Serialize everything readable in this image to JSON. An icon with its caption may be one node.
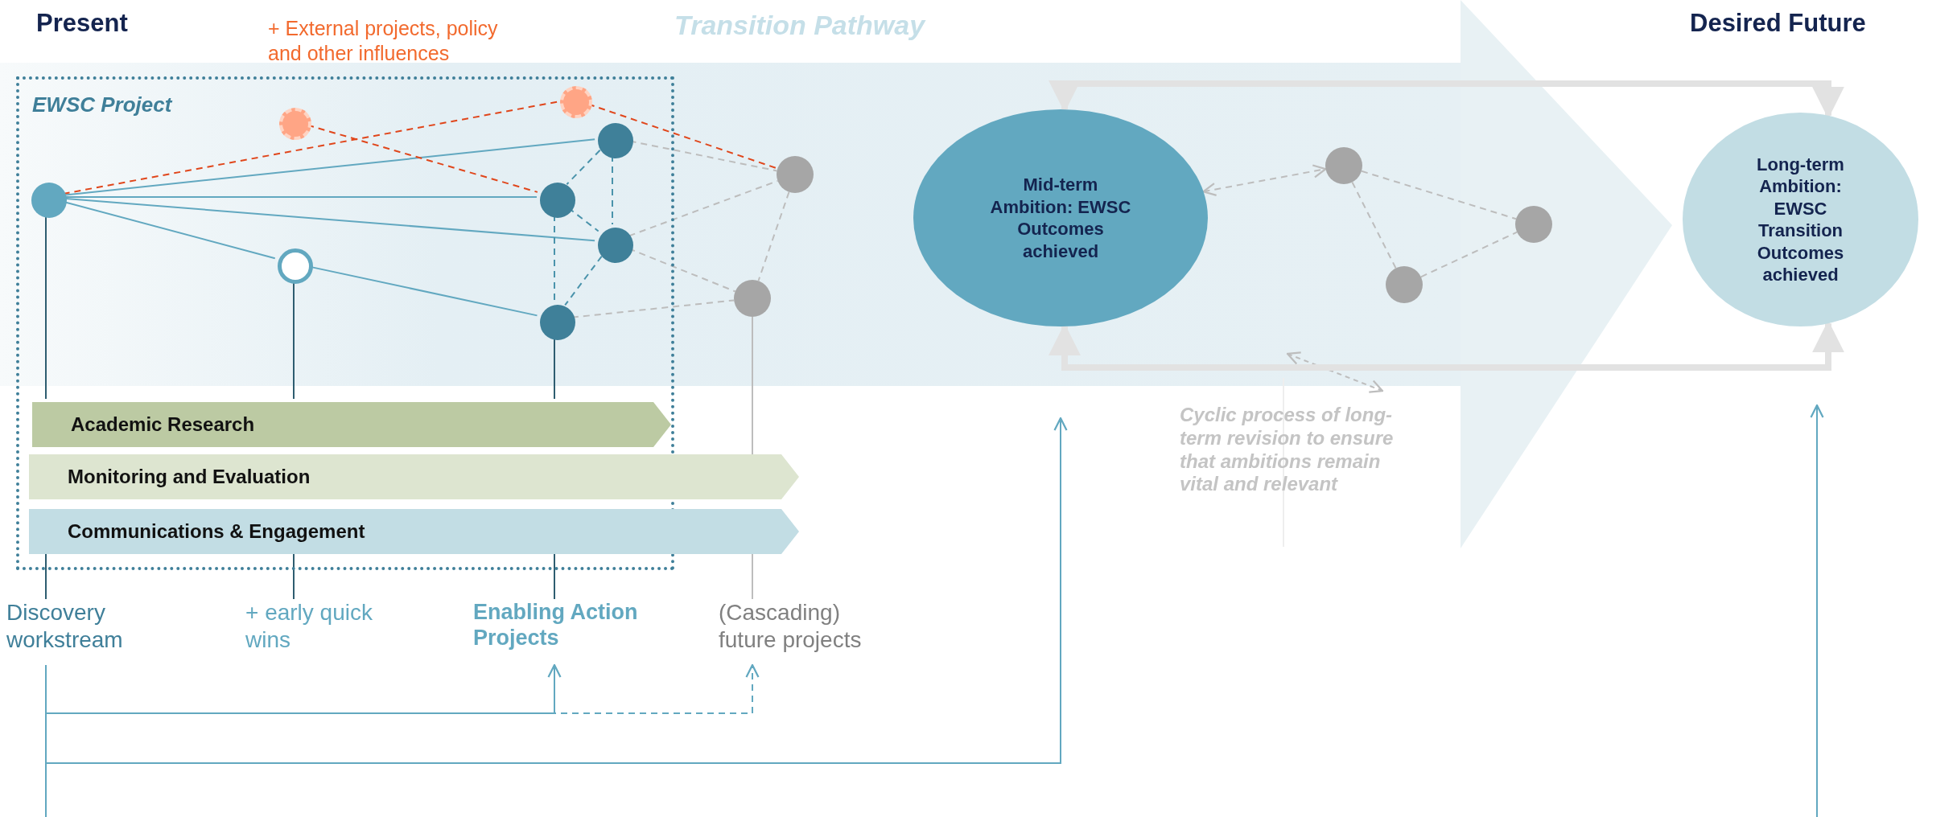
{
  "diagram": {
    "nodes": [
      {
        "text": [
          "EWSC Project"
        ]
      },
      {
        "text": [],
        "shape": "circle",
        "in": 0
      },
      {
        "text": [],
        "shape": "circle",
        "in": 0
      },
      {
        "text": [],
        "shape": "circle",
        "in": 0
      },
      {
        "text": [],
        "shape": "circle",
        "in": 0
      },
      {
        "text": [],
        "shape": "circle",
        "in": 0
      },
      {
        "text": [],
        "shape": "circle",
        "in": 0
      },
      {
        "text": [],
        "shape": "circle",
        "in": 0
      },
      {
        "text": [],
        "shape": "circle",
        "in": 0
      },
      {
        "text": [],
        "shape": "circle"
      },
      {
        "text": [],
        "shape": "circle"
      },
      {
        "text": [
          "Academic Research"
        ],
        "in": 0
      },
      {
        "text": [
          "Monitoring and Evaluation"
        ]
      },
      {
        "text": [
          "Communications & Engagement"
        ]
      },
      {
        "text": [
          "Discovery workstream"
        ]
      },
      {
        "text": [
          "+ early quick wins"
        ]
      },
      {
        "text": [
          "Enabling Action Projects"
        ]
      },
      {
        "text": [
          "(Cascading) future projects"
        ]
      },
      {
        "text": [
          "Mid-term Ambition: EWSC Outcomes achieved"
        ]
      },
      {
        "text": [],
        "shape": "circle"
      },
      {
        "text": [],
        "shape": "circle"
      },
      {
        "text": [],
        "shape": "circle"
      },
      {
        "text": [
          "Long-term Ambition: EWSC Transition Outcomes achieved"
        ]
      }
    ],
    "edges": [
      {
        "from": 1,
        "to": 5,
        "arrow": "none",
        "color": "#62a8c0"
      },
      {
        "from": 1,
        "to": 6,
        "arrow": "none",
        "color": "#62a8c0"
      },
      {
        "from": 1,
        "to": 7,
        "arrow": "none",
        "color": "#62a8c0"
      },
      {
        "from": 1,
        "to": 4,
        "arrow": "none",
        "color": "#62a8c0"
      },
      {
        "from": 4,
        "to": 8,
        "arrow": "none",
        "color": "#62a8c0"
      },
      {
        "from": 1,
        "to": 3,
        "arrow": "none",
        "style": "dashed",
        "color": "#e0461b"
      },
      {
        "from": 3,
        "to": 9,
        "arrow": "none",
        "style": "dashed",
        "color": "#e0461b"
      },
      {
        "from": 2,
        "to": 6,
        "arrow": "none",
        "style": "dashed",
        "color": "#e0461b"
      },
      {
        "from": 5,
        "to": 6,
        "arrow": "none",
        "style": "dashed",
        "color": "#4a93ab"
      },
      {
        "from": 5,
        "to": 7,
        "arrow": "none",
        "style": "dashed",
        "color": "#4a93ab"
      },
      {
        "from": 6,
        "to": 7,
        "arrow": "none",
        "style": "dashed",
        "color": "#4a93ab"
      },
      {
        "from": 6,
        "to": 8,
        "arrow": "none",
        "style": "dashed",
        "color": "#4a93ab"
      },
      {
        "from": 7,
        "to": 8,
        "arrow": "none",
        "style": "dashed",
        "color": "#4a93ab"
      },
      {
        "from": 5,
        "to": 9,
        "arrow": "none",
        "style": "dashed",
        "color": "#bdbdbd"
      },
      {
        "from": 7,
        "to": 9,
        "arrow": "none",
        "style": "dashed",
        "color": "#bdbdbd"
      },
      {
        "from": 7,
        "to": 10,
        "arrow": "none",
        "style": "dashed",
        "color": "#bdbdbd"
      },
      {
        "from": 8,
        "to": 10,
        "arrow": "none",
        "style": "dashed",
        "color": "#bdbdbd"
      },
      {
        "from": 9,
        "to": 10,
        "arrow": "none",
        "style": "dashed",
        "color": "#bdbdbd"
      },
      {
        "from": 1,
        "to": 11,
        "arrow": "none",
        "color": "#2e5d70"
      },
      {
        "from": 4,
        "to": 11,
        "arrow": "none",
        "color": "#2e5d70"
      },
      {
        "from": 8,
        "to": 11,
        "arrow": "none",
        "color": "#2e5d70"
      },
      {
        "from": 10,
        "to": 12,
        "arrow": "none",
        "color": "#bdbdbd"
      },
      {
        "from": 18,
        "to": 19,
        "arrow": "both",
        "style": "dashed",
        "color": "#bdbdbd"
      },
      {
        "from": 19,
        "to": 20,
        "arrow": "none",
        "style": "dashed",
        "color": "#bdbdbd"
      },
      {
        "from": 19,
        "to": 21,
        "arrow": "none",
        "style": "dashed",
        "color": "#bdbdbd"
      },
      {
        "from": 21,
        "to": 20,
        "arrow": "none",
        "style": "dashed",
        "color": "#bdbdbd"
      },
      {
        "from": 18,
        "to": 22,
        "arrow": "both",
        "style": "thick",
        "color": "#e2e2e2"
      },
      {
        "from": 18,
        "to": 22,
        "arrow": "both",
        "style": "thick",
        "color": "#e2e2e2"
      },
      {
        "from": 14,
        "to": 16,
        "arrow": "to",
        "color": "#62a8c0"
      },
      {
        "from": 14,
        "to": 17,
        "arrow": "to",
        "style": "dashed",
        "color": "#62a8c0"
      },
      {
        "from": 14,
        "to": 18,
        "arrow": "to",
        "color": "#62a8c0"
      },
      {
        "from": null,
        "to": 22,
        "arrow": "to",
        "color": "#62a8c0"
      },
      {
        "from": 14,
        "to": null,
        "arrow": "none",
        "color": "#62a8c0"
      },
      {
        "from": 13,
        "to": 14,
        "arrow": "none",
        "color": "#2e5d70"
      },
      {
        "from": 13,
        "to": 15,
        "arrow": "none",
        "color": "#2e5d70"
      },
      {
        "from": 13,
        "to": 16,
        "arrow": "none",
        "color": "#2e5d70"
      },
      {
        "from": 13,
        "to": 17,
        "arrow": "none",
        "color": "#bdbdbd"
      }
    ],
    "labels": [
      "Present",
      "+ External projects, policy and other influences",
      "Transition Pathway",
      "Desired Future",
      "Cyclic process of long-term revision to ensure that ambitions remain vital and relevant"
    ]
  }
}
